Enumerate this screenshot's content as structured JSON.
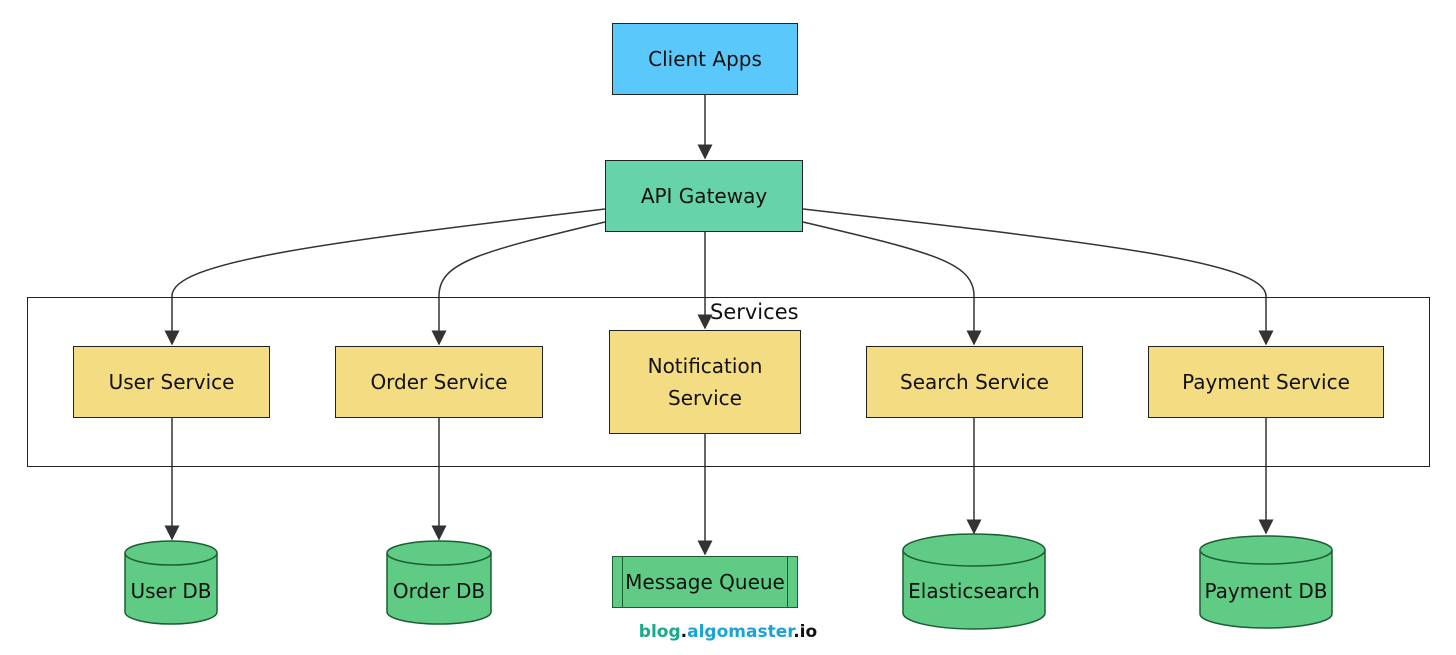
{
  "nodes": {
    "client_apps": "Client Apps",
    "api_gateway": "API Gateway",
    "services_group": "Services",
    "user_service": "User Service",
    "order_service": "Order Service",
    "notification_service": "Notification Service",
    "search_service": "Search Service",
    "payment_service": "Payment Service"
  },
  "stores": {
    "user_db": "User DB",
    "order_db": "Order DB",
    "message_queue": "Message Queue",
    "elasticsearch": "Elasticsearch",
    "payment_db": "Payment DB"
  },
  "footer": {
    "part1": "blog",
    "dot1": ".",
    "part2": "algomaster",
    "dot2": ".",
    "part3": "io"
  },
  "colors": {
    "client": "#5bc8fb",
    "gateway": "#66d4a8",
    "service": "#f4dc83",
    "datastore": "#5fcb84"
  }
}
